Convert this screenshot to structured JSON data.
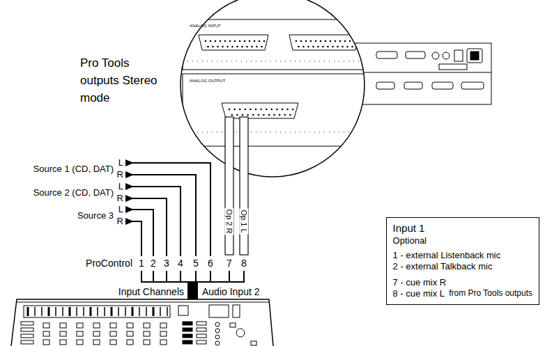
{
  "diagram": {
    "nodes": [
      {
        "text": [
          "Input 1",
          "Optional",
          "1 - external Listenback mic",
          "2 - external Talkback mic",
          "7 - cue mix R",
          "8 - cue mix L",
          "from Pro Tools outputs"
        ]
      }
    ],
    "labels": [
      "Pro Tools outputs Stereo mode",
      "Source 1 (CD, DAT)",
      "L",
      "R",
      "Source 2 (CD, DAT)",
      "L",
      "R",
      "Source 3",
      "L",
      "R",
      "ProControl",
      "1",
      "2",
      "3",
      "4",
      "5",
      "6",
      "7",
      "8",
      "Op 2 R",
      "Op 1 L",
      "Input Channels",
      "Audio Input 2",
      "ANALOG INPUT",
      "ANALOG OUTPUT"
    ]
  }
}
